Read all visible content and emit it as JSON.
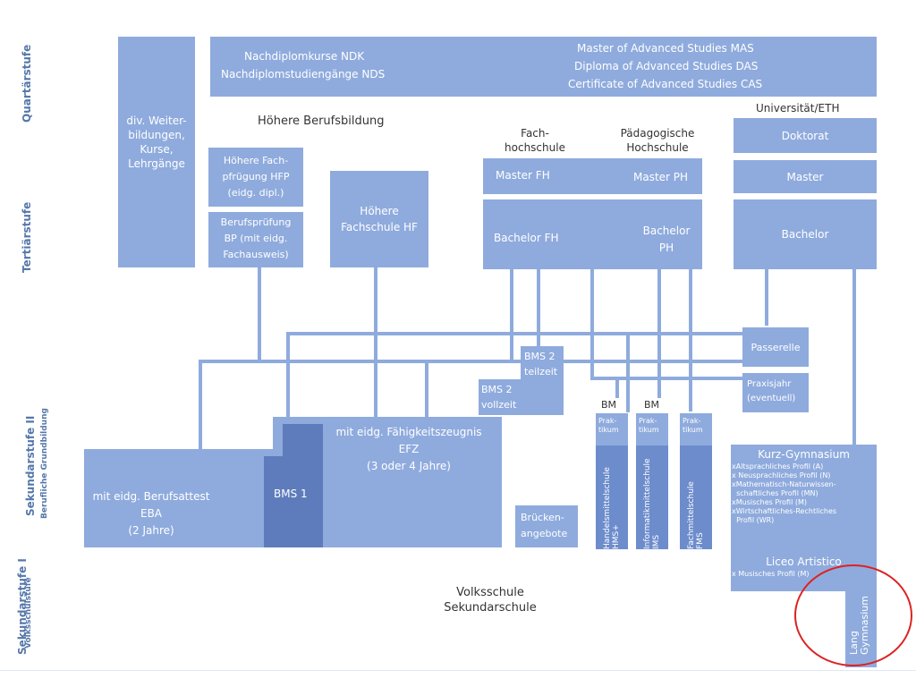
{
  "side_labels": {
    "quartaer": "Quartärstufe",
    "tertiaer": "Tertiärstufe",
    "sek2": "Sekundarstufe II",
    "sek2_sub": "Berufliche Grundbildung",
    "sek1": "Sekundarstufe I",
    "sek1_sub": "Volksschulstufe"
  },
  "top": {
    "ndk": "Nachdiplomkurse NDK",
    "nds": "Nachdiplomstudiengänge NDS",
    "mas": "Master of Advanced Studies MAS",
    "das": "Diploma of Advanced Studies DAS",
    "cas": "Certificate of Advanced Studies CAS"
  },
  "weiterbildung": "div. Weiter-\nbildungen,\nKurse,\nLehrgänge",
  "headings": {
    "hbb": "Höhere Berufsbildung",
    "fh": "Fach-\nhochschule",
    "ph": "Pädagogische\nHochschule",
    "uni": "Universität/ETH"
  },
  "hfp": "Höhere Fach-\npfrügung HFP\n(eidg. dipl.)",
  "bp": "Berufsprüfung\nBP (mit eidg.\nFachausweis)",
  "hf": "Höhere\nFachschule HF",
  "master_fh": "Master FH",
  "master_ph": "Master PH",
  "bachelor_fh": "Bachelor FH",
  "bachelor_ph": "Bachelor\nPH",
  "doktorat": "Doktorat",
  "master_uni": "Master",
  "bachelor_uni": "Bachelor",
  "passerelle": "Passerelle",
  "praxisjahr": "Praxisjahr\n(eventuell)",
  "bms2_teilzeit": "BMS 2\nteilzeit",
  "bms2_vollzeit": "BMS 2\nvollzeit",
  "bm1": "BM",
  "bm2": "BM",
  "praktikum1": "Prak-\ntikum",
  "praktikum2": "Prak-\ntikum",
  "praktikum3": "Prak-\ntikum",
  "hms": "Handelsmittelschule\nHMS+",
  "ims": "Informatikmittelschule\nIMS",
  "fms": "Fachmittelschule\nFMS",
  "efz": "mit eidg. Fähigkeitszeugnis\nEFZ\n(3 oder 4 Jahre)",
  "bms1": "BMS 1",
  "eba": "mit eidg. Berufsattest\nEBA\n(2 Jahre)",
  "bruecken": "Brücken-\nangebote",
  "kurzgym": {
    "title": "Kurz-Gymnasium",
    "items": "xAltsprachliches Profil (A)\nx Neusprachliches Profil (N)\nxMathematisch-Naturwissen-\n  schaftliches Profil (MN)\nxMusisches Profil (M)\nxWirtschaftliches-Rechtliches\n  Profil (WR)"
  },
  "liceo": {
    "title": "Liceo Artistico",
    "items": "x Musisches Profil (M)"
  },
  "langgym": "Lang\nGymnasium",
  "volksschule": "Volksschule\nSekundarschule",
  "colors": {
    "box": "#8fabdd",
    "dark": "#5e7cbc",
    "label": "#5577aa",
    "circle": "#dd2222"
  }
}
